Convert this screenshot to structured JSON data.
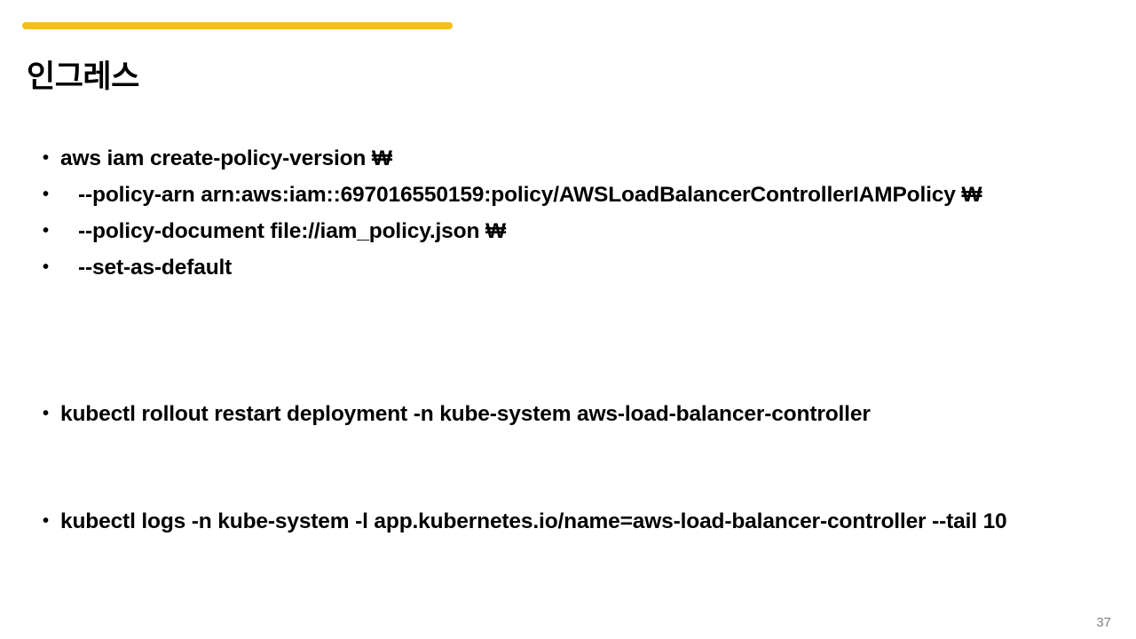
{
  "slide": {
    "title": "인그레스",
    "accent_color": "#f5be18",
    "background_color": "#ffffff",
    "text_color": "#000000",
    "page_number": "37",
    "page_number_color": "#7f7f7f"
  },
  "bullets": [
    {
      "text": "aws iam create-policy-version ₩"
    },
    {
      "text": "   --policy-arn arn:aws:iam::697016550159:policy/AWSLoadBalancerControllerIAMPolicy ₩"
    },
    {
      "text": "   --policy-document file://iam_policy.json ₩"
    },
    {
      "text": "   --set-as-default"
    },
    {
      "text": "kubectl rollout restart deployment -n kube-system aws-load-balancer-controller"
    },
    {
      "text": "kubectl logs -n kube-system -l app.kubernetes.io/name=aws-load-balancer-controller --tail 10"
    }
  ]
}
